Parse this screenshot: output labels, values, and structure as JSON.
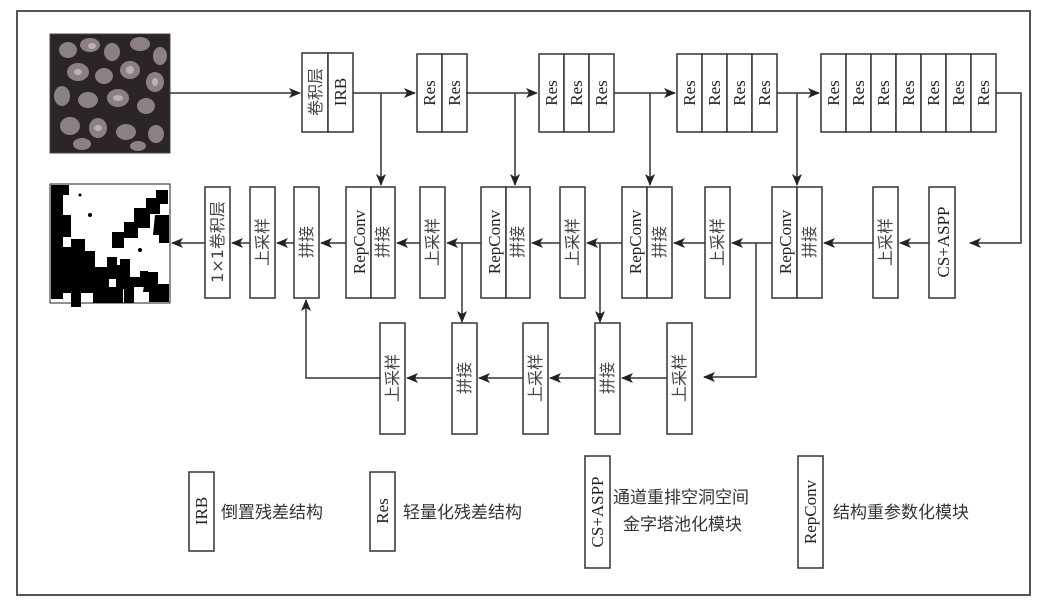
{
  "diagram": {
    "type": "network-architecture",
    "images": {
      "input": "input-image-aerial-grayscale",
      "output": "output-image-binary-mask"
    },
    "encoder": {
      "stem": {
        "labels": [
          "卷积层",
          "IRB"
        ]
      },
      "stages": [
        {
          "name": "stage-1",
          "blocks": [
            "Res",
            "Res"
          ]
        },
        {
          "name": "stage-2",
          "blocks": [
            "Res",
            "Res",
            "Res"
          ]
        },
        {
          "name": "stage-3",
          "blocks": [
            "Res",
            "Res",
            "Res",
            "Res"
          ]
        },
        {
          "name": "stage-4",
          "blocks": [
            "Res",
            "Res",
            "Res",
            "Res",
            "Res",
            "Res",
            "Res"
          ]
        }
      ]
    },
    "decoder_main": {
      "cs_aspp": "CS+ASPP",
      "upsample": "上采样",
      "concat": "拼接",
      "repconv": "RepConv",
      "conv1x1": "1×1卷积层"
    },
    "decoder_lower": {
      "blocks": [
        "上采样",
        "拼接",
        "上采样",
        "拼接",
        "上采样"
      ]
    },
    "legend": [
      {
        "symbol": "IRB",
        "description": "倒置残差结构"
      },
      {
        "symbol": "Res",
        "description": "轻量化残差结构"
      },
      {
        "symbol": "CS+ASPP",
        "description_line1": "通道重排空洞空间",
        "description_line2": "金字塔池化模块"
      },
      {
        "symbol": "RepConv",
        "description": "结构重参数化模块"
      }
    ],
    "colors": {
      "stroke": "#333333",
      "frame": "#555555",
      "background": "#ffffff"
    }
  }
}
